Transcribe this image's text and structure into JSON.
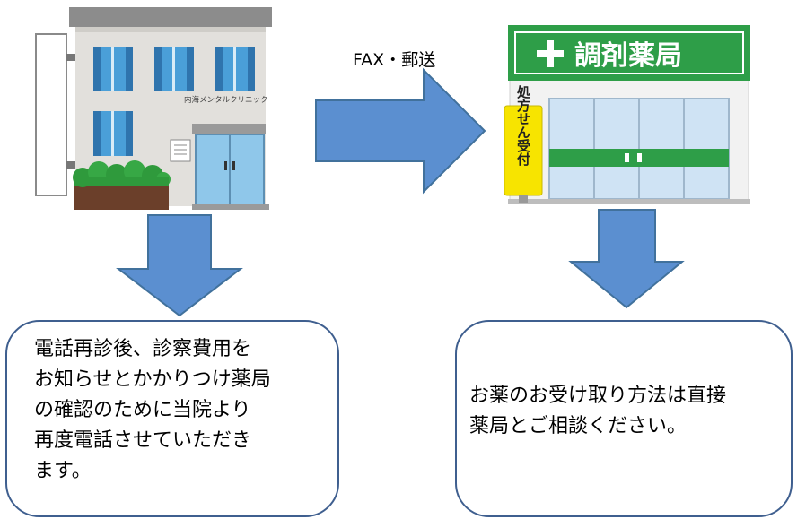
{
  "clinic": {
    "name": "内海メンタルクリニック"
  },
  "fax_label": "FAX・郵送",
  "pharmacy": {
    "sign": "調剤薬局",
    "side_sign": "処方せん受付"
  },
  "left_box": {
    "text": "電話再診後、診察費用を\nお知らせとかかりつけ薬局\nの確認のために当院より\n再度電話させていただき\nます。"
  },
  "right_box": {
    "text": "お薬のお受け取り方法は直接\n薬局とご相談ください。"
  },
  "colors": {
    "arrow": "#5b8fd0",
    "arrow_stroke": "#41719c",
    "pharmacy_green": "#2e9e48",
    "box_border": "#3f5f8f",
    "building_wall": "#e2e0dc",
    "window_blue": "#4a9fd8"
  }
}
